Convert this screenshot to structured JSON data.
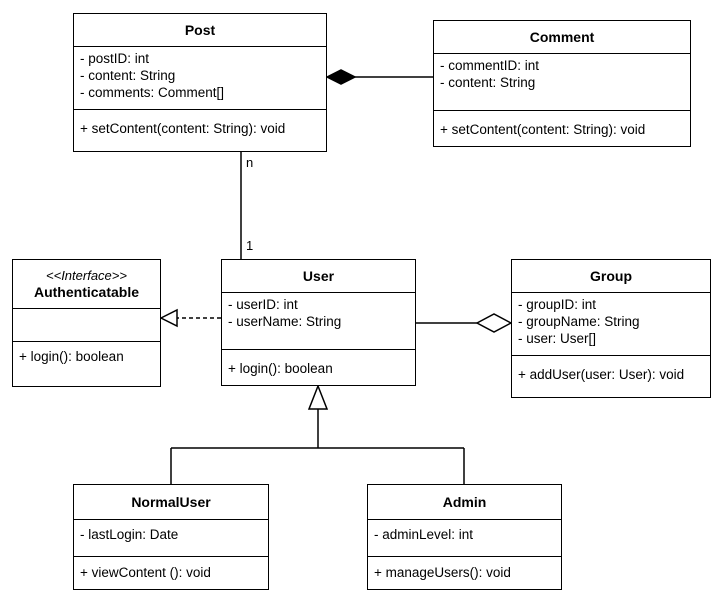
{
  "classes": {
    "post": {
      "name": "Post",
      "attributes": [
        "- postID: int",
        "- content: String",
        "- comments: Comment[]"
      ],
      "methods": [
        "+ setContent(content: String): void"
      ]
    },
    "comment": {
      "name": "Comment",
      "attributes": [
        "- commentID: int",
        "- content: String"
      ],
      "methods": [
        "+ setContent(content: String): void"
      ]
    },
    "authenticatable": {
      "stereotype": "<<Interface>>",
      "name": "Authenticatable",
      "attributes": [],
      "methods": [
        "+ login(): boolean"
      ]
    },
    "user": {
      "name": "User",
      "attributes": [
        "- userID: int",
        "- userName: String"
      ],
      "methods": [
        "+ login(): boolean"
      ]
    },
    "group": {
      "name": "Group",
      "attributes": [
        "- groupID: int",
        "- groupName: String",
        "- user: User[]"
      ],
      "methods": [
        "+ addUser(user: User): void"
      ]
    },
    "normaluser": {
      "name": "NormalUser",
      "attributes": [
        "- lastLogin: Date"
      ],
      "methods": [
        "+ viewContent (): void"
      ]
    },
    "admin": {
      "name": "Admin",
      "attributes": [
        "- adminLevel: int"
      ],
      "methods": [
        "+ manageUsers(): void"
      ]
    }
  },
  "relationships": {
    "post_user": {
      "type": "association",
      "post_end": "n",
      "user_end": "1"
    },
    "post_comment": {
      "type": "composition"
    },
    "user_group": {
      "type": "aggregation"
    },
    "user_authenticatable": {
      "type": "realization"
    },
    "normaluser_user": {
      "type": "generalization"
    },
    "admin_user": {
      "type": "generalization"
    }
  }
}
